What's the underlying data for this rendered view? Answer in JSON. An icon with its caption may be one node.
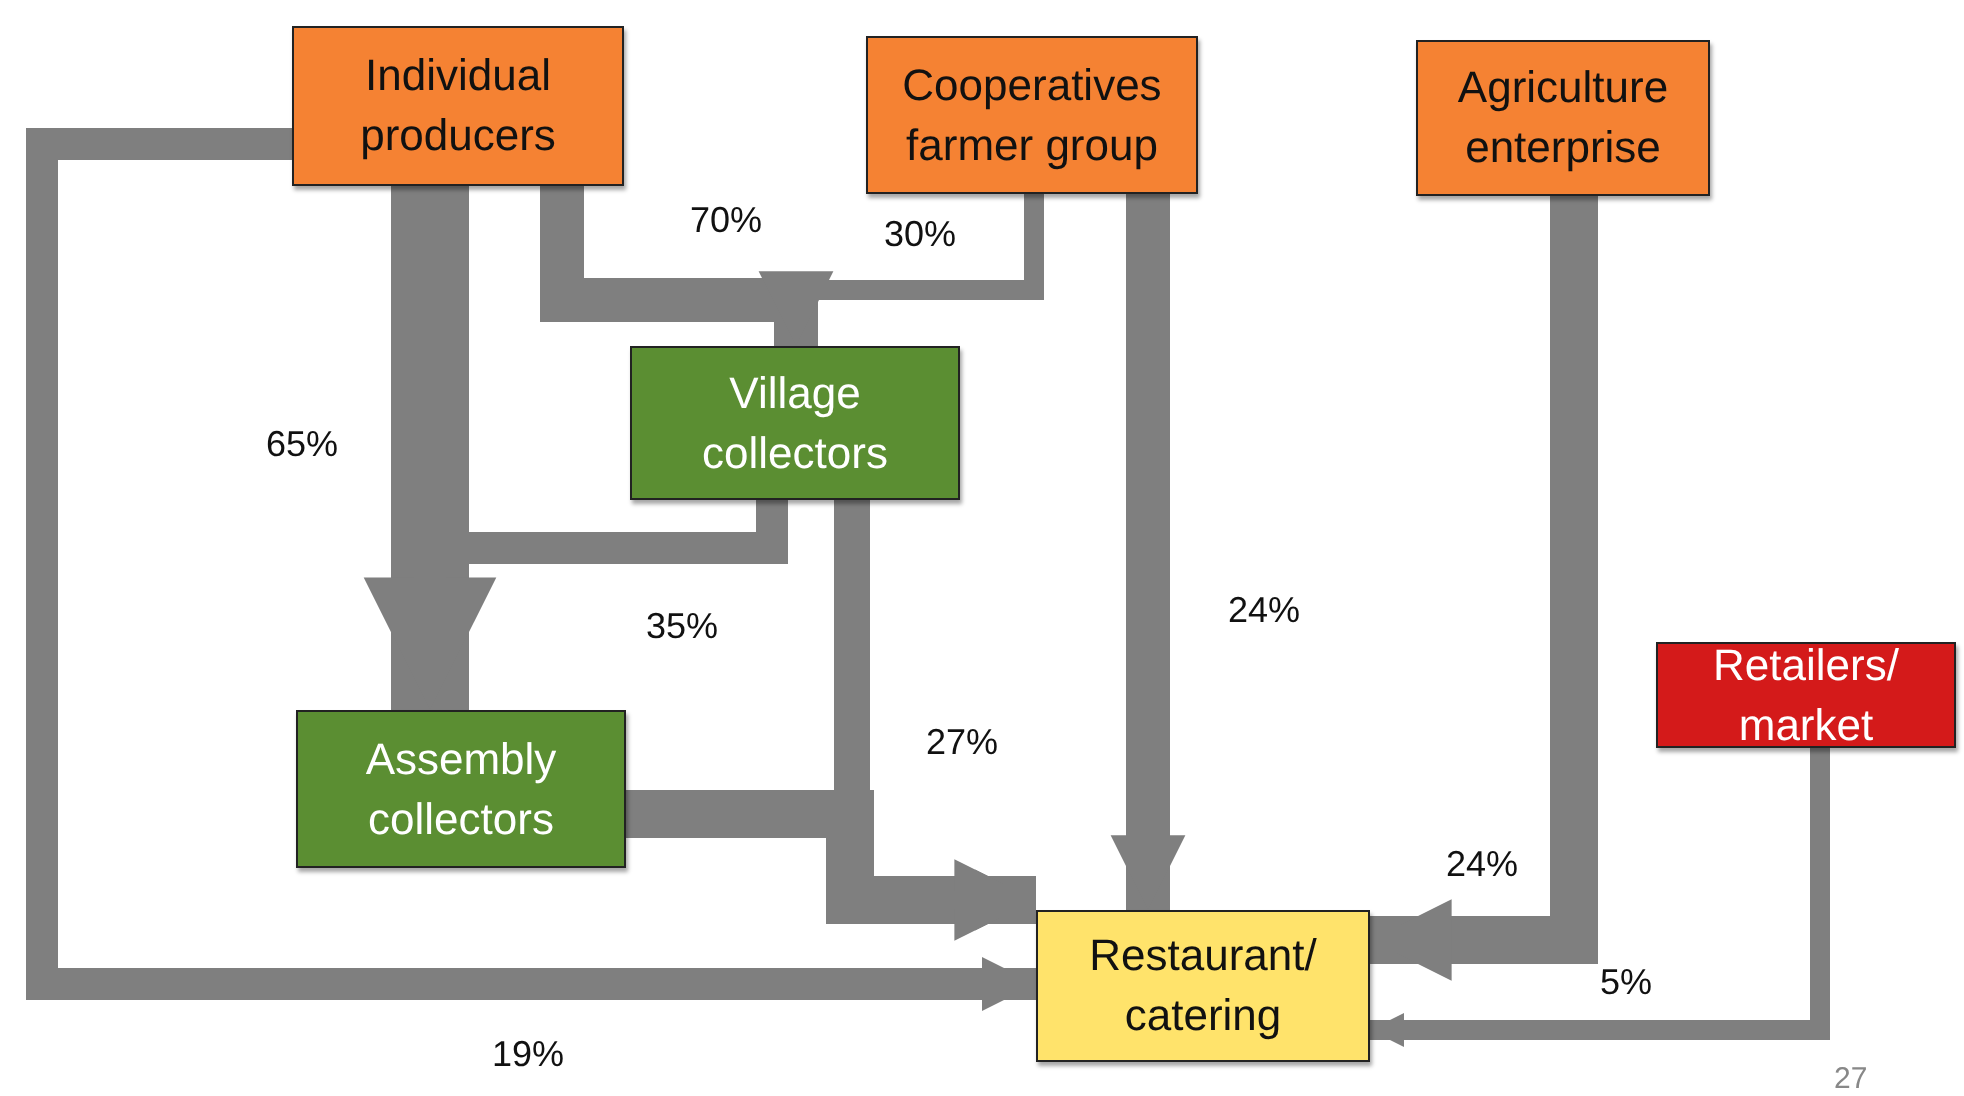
{
  "diagram": {
    "nodes": [
      {
        "text": [
          "Individual producers"
        ]
      },
      {
        "text": [
          "Cooperatives farmer group"
        ]
      },
      {
        "text": [
          "Agriculture enterprise"
        ]
      },
      {
        "text": [
          "Village collectors"
        ]
      },
      {
        "text": [
          "Retailers/ market"
        ]
      },
      {
        "text": [
          "Assembly collectors"
        ]
      },
      {
        "text": [
          "Restaurant/ catering"
        ]
      }
    ],
    "edges": [
      {
        "from": 0,
        "to": 3,
        "arrow": "to",
        "label": "70%"
      },
      {
        "from": 1,
        "to": 3,
        "arrow": "to",
        "label": "30%"
      },
      {
        "from": 0,
        "to": 5,
        "arrow": "to",
        "label": "65%",
        "style": "thick"
      },
      {
        "from": 3,
        "to": 5,
        "arrow": "to",
        "label": "35%"
      },
      {
        "from": 3,
        "to": 6,
        "arrow": "to",
        "label": "27%"
      },
      {
        "from": 5,
        "to": 6,
        "arrow": "to"
      },
      {
        "from": 0,
        "to": 6,
        "arrow": "to",
        "label": "19%"
      },
      {
        "from": 1,
        "to": 6,
        "arrow": "to",
        "label": "24%"
      },
      {
        "from": 2,
        "to": 6,
        "arrow": "to",
        "label": "24%"
      },
      {
        "from": 4,
        "to": 6,
        "arrow": "to",
        "label": "5%"
      }
    ],
    "labels": [
      "27"
    ]
  }
}
